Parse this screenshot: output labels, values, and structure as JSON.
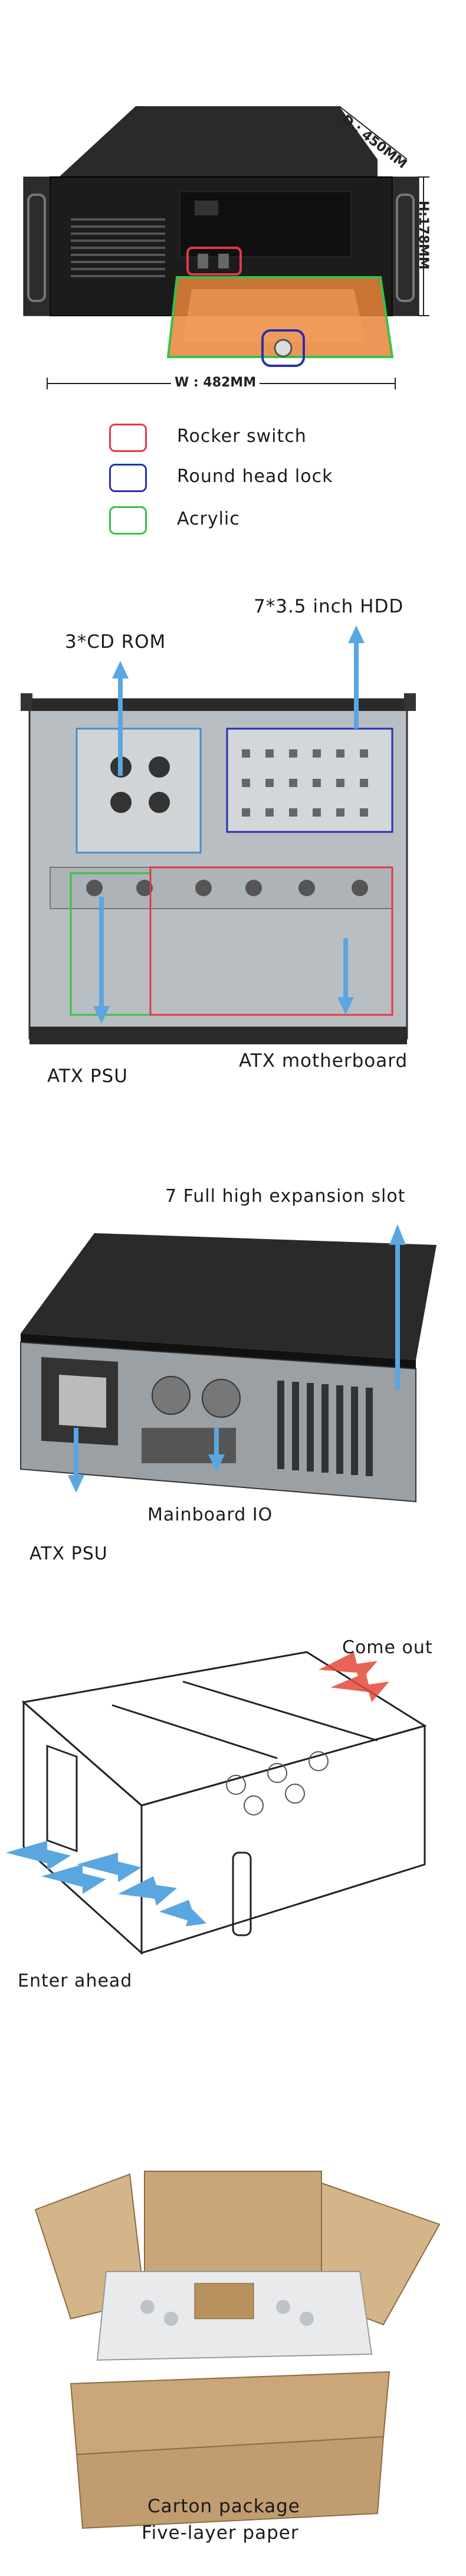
{
  "section1": {
    "dimensions": {
      "depth": "D : 450MM",
      "height": "H:178MM",
      "width": "W : 482MM"
    },
    "legend": [
      {
        "label": "Rocker switch",
        "color": "#e23a45"
      },
      {
        "label": "Round head lock",
        "color": "#2b2fb0"
      },
      {
        "label": "Acrylic",
        "color": "#35c24a"
      }
    ]
  },
  "section2": {
    "labels": {
      "cd_rom": "3*CD ROM",
      "hdd": "7*3.5 inch HDD",
      "psu": "ATX PSU",
      "motherboard": "ATX motherboard"
    }
  },
  "section3": {
    "labels": {
      "expansion": "7 Full high  expansion slot",
      "io": "Mainboard IO",
      "psu": "ATX PSU"
    }
  },
  "section4": {
    "labels": {
      "come_out": "Come out",
      "enter": "Enter ahead"
    }
  },
  "section5": {
    "caption_line1": "Carton package",
    "caption_line2": "Five-layer paper"
  },
  "colors": {
    "arrow_blue": "#5aa6e0",
    "red": "#e23a45",
    "blue": "#2b2fb0",
    "green": "#35c24a",
    "orange": "#e8833a"
  }
}
